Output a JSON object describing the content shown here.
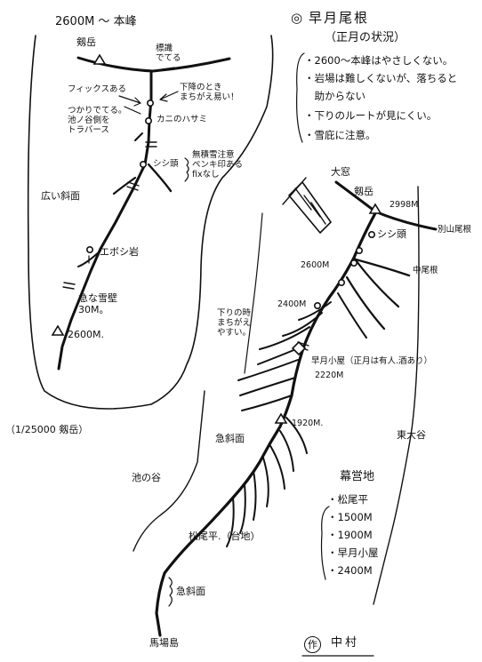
{
  "title": {
    "marker": "◎",
    "main": "早月尾根",
    "sub": "（正月の状況）"
  },
  "notes": [
    "・2600〜本峰はやさしくない。",
    "・岩場は難しくないが、落ちると",
    "　助からない",
    "・下りのルートが見にくい。",
    "・雪庇に注意。"
  ],
  "inset": {
    "heading": "2600M 〜 本峰",
    "labels": {
      "tsurugi": "剱岳",
      "hyoshiki": "標識\nでてる",
      "fixbar": "フィックスある",
      "kaniwalk": "下降のとき\nまちがえ易い！",
      "crack": "つかりでてる。\n池ノ谷側を\nトラバース",
      "kani": "カニのハサミ",
      "shishi": "シシ頭",
      "cornice": "無積雪注意\nペンキ印ある\nfixなし",
      "hiroi": "広い斜面",
      "eboshi": "エボシ岩",
      "kyu": "急な雪壁\n30M。",
      "m2600": "2600M."
    }
  },
  "scale": "（1/25000 剱岳）",
  "main_map": {
    "labels": {
      "oomado": "大窓",
      "tsurugi": "剱岳",
      "peak_elev": "2998M",
      "bessan": "別山尾根",
      "shishi": "シシ頭",
      "m2600": "2600M",
      "chuuone": "中尾根",
      "m2400": "2400M",
      "kudari": "下りの時\nまちがえ\nやすい。",
      "hut": "早月小屋（正月は有人.酒あり）",
      "m2220": "2220M",
      "m1920": "1920M.",
      "kyushamen1": "急斜面",
      "higashi": "東大谷",
      "ikenotani": "池の谷",
      "matsuodaira": "松尾平.（台地）",
      "kyushamen2": "急斜面",
      "banbajima": "馬場島"
    }
  },
  "camps": {
    "heading": "幕営地",
    "items": [
      "・松尾平",
      "・1500M",
      "・1900M",
      "・早月小屋",
      "・2400M"
    ]
  },
  "author": {
    "marker": "作",
    "name": "中村"
  }
}
